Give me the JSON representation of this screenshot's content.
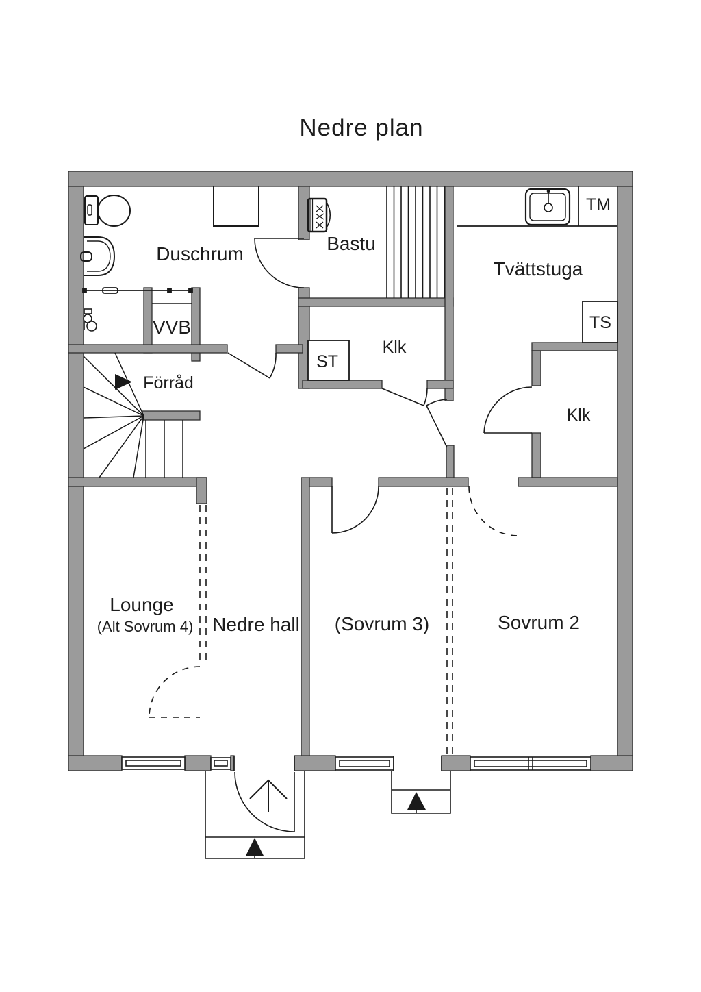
{
  "title": "Nedre plan",
  "rooms": {
    "duschrum": {
      "label": "Duschrum"
    },
    "bastu": {
      "label": "Bastu"
    },
    "tvattstuga": {
      "label": "Tvättstuga"
    },
    "tm": {
      "label": "TM"
    },
    "ts": {
      "label": "TS"
    },
    "vvb": {
      "label": "VVB"
    },
    "st": {
      "label": "ST"
    },
    "klk_left": {
      "label": "Klk"
    },
    "klk_right": {
      "label": "Klk"
    },
    "forrad": {
      "label": "Förråd"
    },
    "lounge": {
      "label": "Lounge",
      "sublabel": "(Alt Sovrum 4)"
    },
    "nedre_hall": {
      "label": "Nedre hall"
    },
    "sovrum3": {
      "label": "(Sovrum 3)"
    },
    "sovrum2": {
      "label": "Sovrum 2"
    }
  },
  "colors": {
    "wall": "#9b9b9b",
    "wall_edge": "#2e2e2e",
    "line": "#1a1a1a",
    "background": "#ffffff"
  }
}
